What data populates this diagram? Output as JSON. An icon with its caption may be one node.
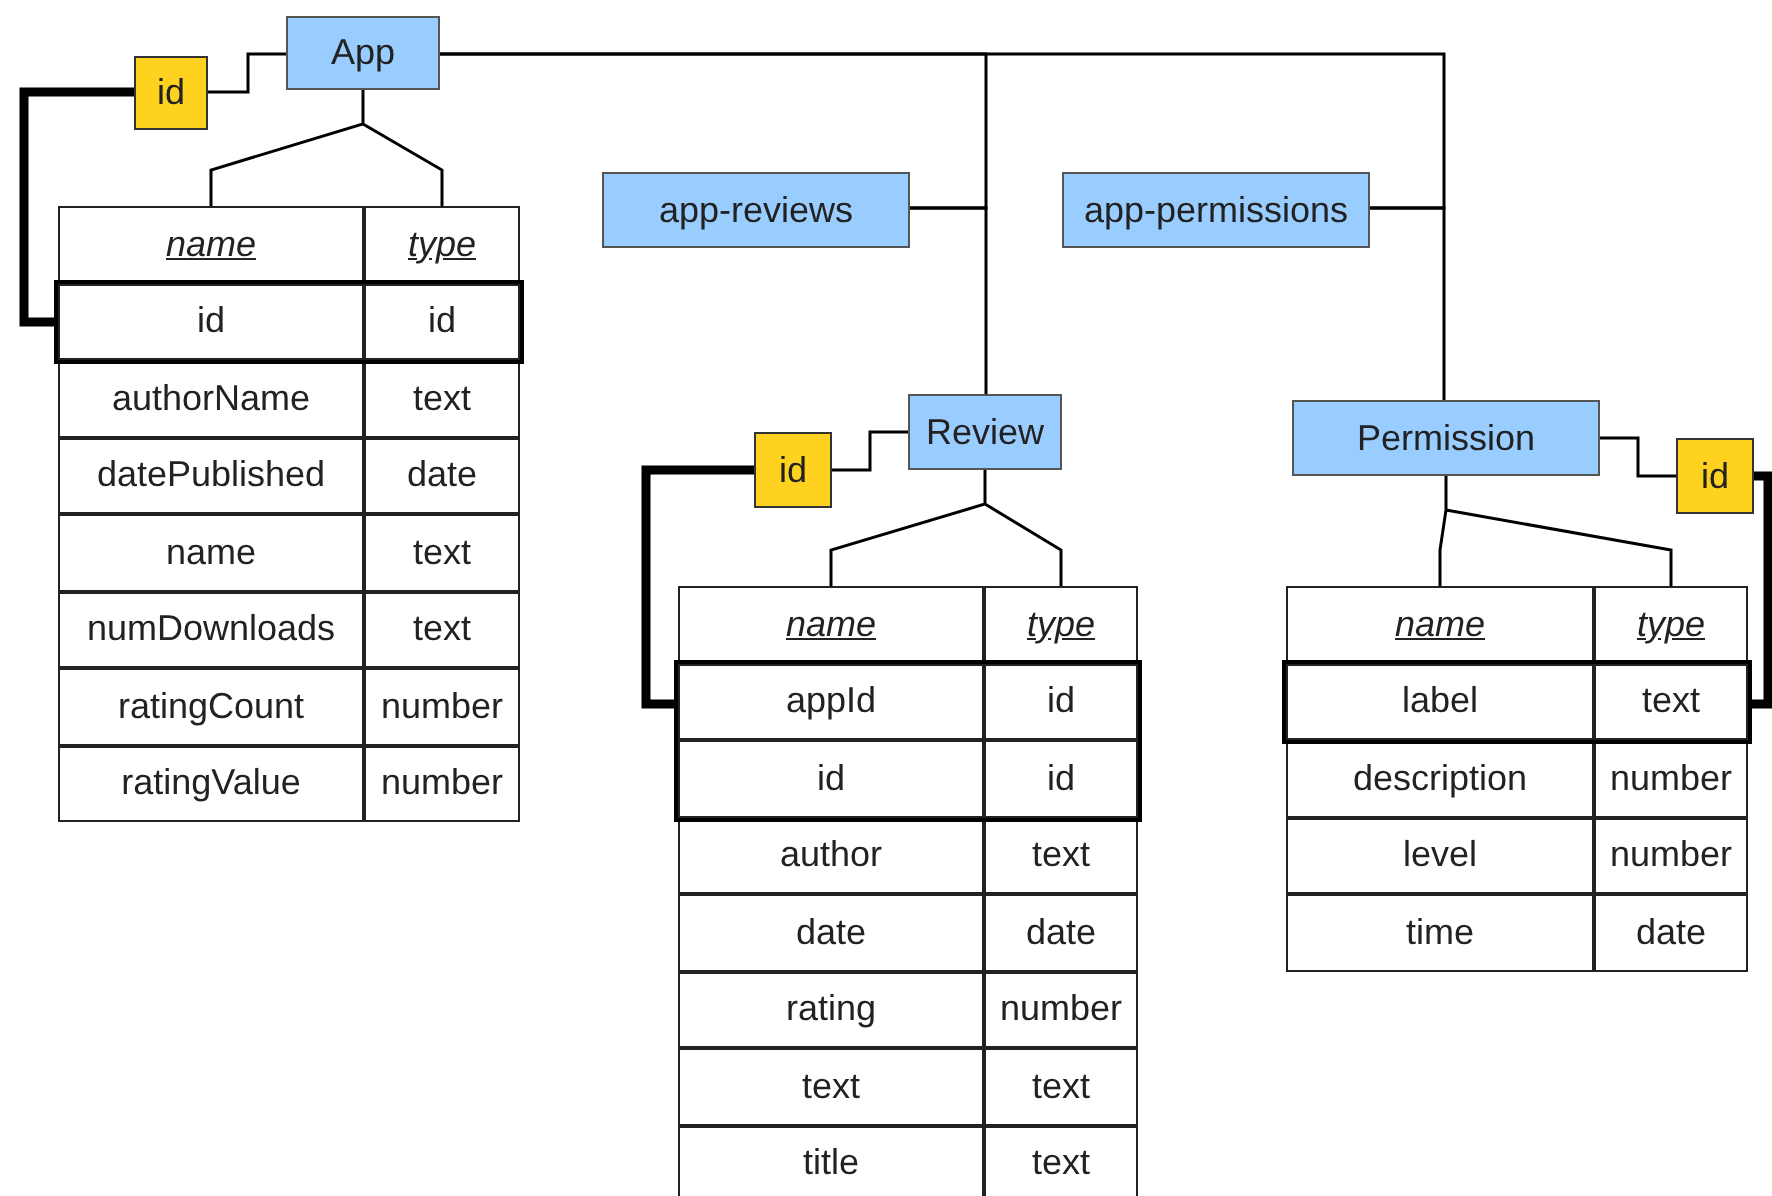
{
  "diagram": {
    "nodes": [
      {
        "text": [
          "App"
        ]
      },
      {
        "text": [
          "id"
        ]
      },
      {
        "text": [
          "name",
          "type",
          "authorName",
          "text",
          "datePublished",
          "date",
          "name",
          "text",
          "numDownloads",
          "text",
          "ratingCount",
          "number",
          "ratingValue",
          "number"
        ]
      },
      {
        "text": [
          "id",
          "id"
        ],
        "in": 2
      },
      {
        "text": [
          "app-reviews"
        ]
      },
      {
        "text": [
          "app-permissions"
        ]
      },
      {
        "text": [
          "Review"
        ]
      },
      {
        "text": [
          "id"
        ]
      },
      {
        "text": [
          "name",
          "type",
          "author",
          "text",
          "date",
          "date",
          "rating",
          "number",
          "text",
          "text",
          "title",
          "text"
        ]
      },
      {
        "text": [
          "appId",
          "id",
          "id",
          "id"
        ],
        "in": 8
      },
      {
        "text": [
          "Permission"
        ]
      },
      {
        "text": [
          "id"
        ]
      },
      {
        "text": [
          "name",
          "type",
          "description",
          "number",
          "level",
          "number",
          "time",
          "date"
        ]
      },
      {
        "text": [
          "label",
          "text"
        ],
        "in": 12
      }
    ],
    "edges": [
      {
        "from": 0,
        "to": 1,
        "arrow": "none"
      },
      {
        "from": 1,
        "to": 3,
        "arrow": "none",
        "style": "thick"
      },
      {
        "from": 0,
        "to": 2,
        "arrow": "none"
      },
      {
        "from": 0,
        "to": 4,
        "arrow": "none"
      },
      {
        "from": 4,
        "to": 6,
        "arrow": "none"
      },
      {
        "from": 0,
        "to": 5,
        "arrow": "none"
      },
      {
        "from": 5,
        "to": 10,
        "arrow": "none"
      },
      {
        "from": 6,
        "to": 7,
        "arrow": "none"
      },
      {
        "from": 7,
        "to": 9,
        "arrow": "none",
        "style": "thick"
      },
      {
        "from": 6,
        "to": 8,
        "arrow": "none"
      },
      {
        "from": 10,
        "to": 11,
        "arrow": "none"
      },
      {
        "from": 11,
        "to": 13,
        "arrow": "none",
        "style": "thick"
      },
      {
        "from": 10,
        "to": 12,
        "arrow": "none"
      }
    ]
  }
}
